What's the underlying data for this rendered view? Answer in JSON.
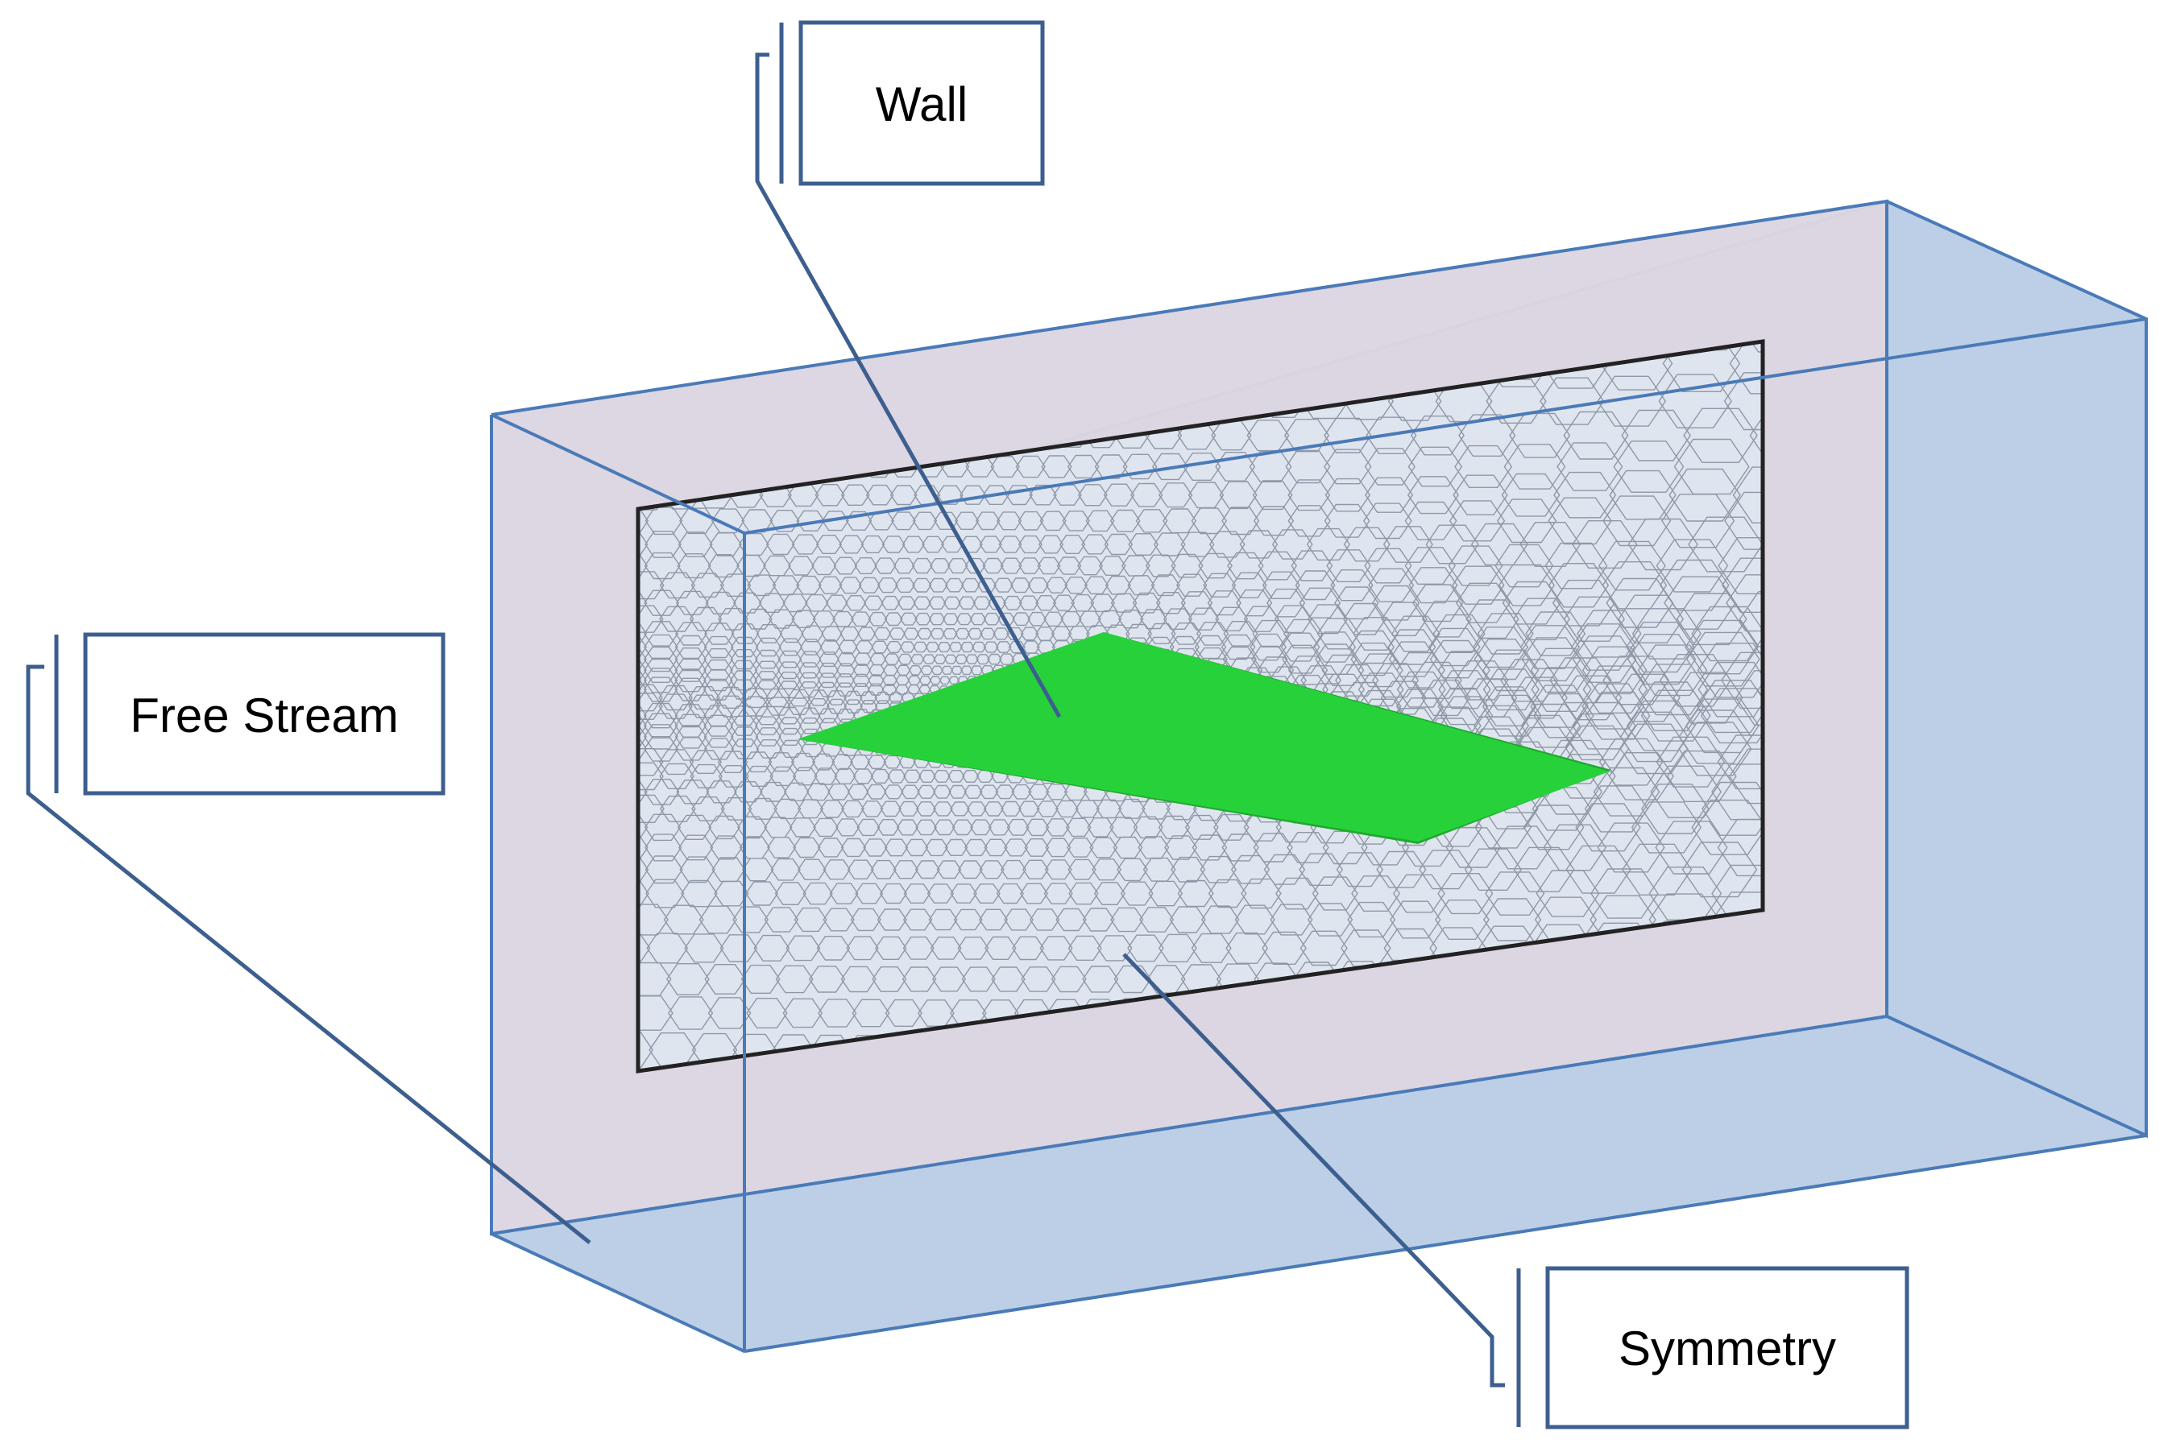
{
  "callouts": {
    "wall": "Wall",
    "free_stream": "Free Stream",
    "symmetry": "Symmetry"
  },
  "colors": {
    "box_edge": "#4a7ab8",
    "front_face": "#d9d4e0",
    "side_face": "#bccfe6",
    "mesh_fill": "#dfe5ef",
    "mesh_line": "#8f98a6",
    "wing": "#27d13a",
    "leader_line": "#3d5f8f",
    "label_border": "#3d5f8f"
  }
}
